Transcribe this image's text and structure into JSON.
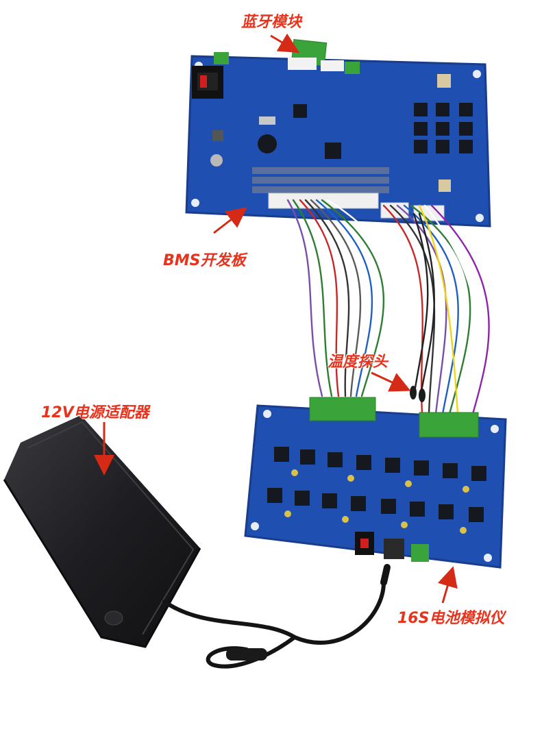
{
  "labels": {
    "bluetooth": "蓝牙模块",
    "bms_board": "BMS开发板",
    "temp_probe": "温度探头",
    "power_adapter": "12V电源适配器",
    "simulator": "16S电池模拟仪"
  },
  "colors": {
    "label": "#e8321c",
    "pcb": "#1f4fb0",
    "pcb_dark": "#173d8c",
    "terminal": "#3aa33a",
    "adapter": "#1c1c1e"
  }
}
